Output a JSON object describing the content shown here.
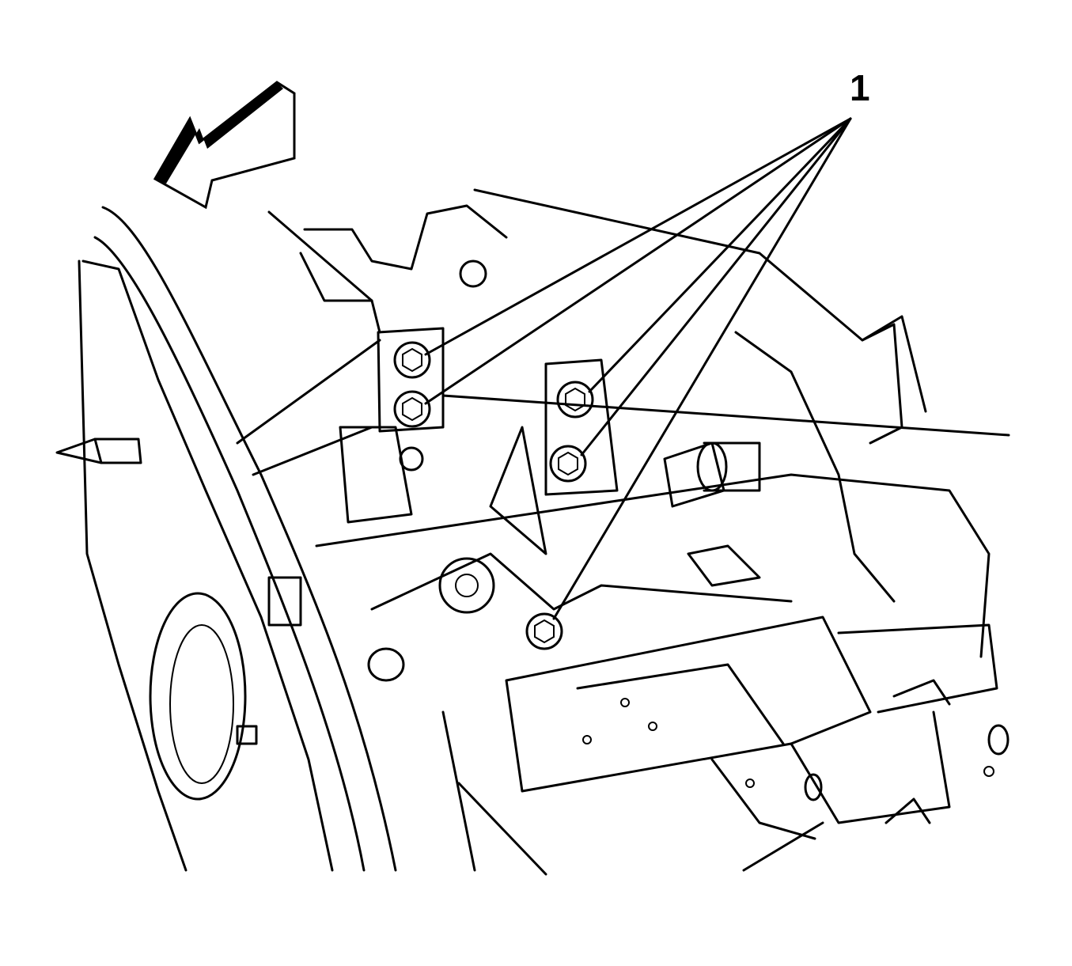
{
  "diagram": {
    "callouts": [
      {
        "label": "1",
        "targets": [
          "bolt",
          "bolt",
          "bolt",
          "bolt",
          "bolt"
        ]
      }
    ],
    "direction_arrow": "front-arrow-icon",
    "colors": {
      "line": "#000000",
      "background": "#ffffff"
    }
  }
}
